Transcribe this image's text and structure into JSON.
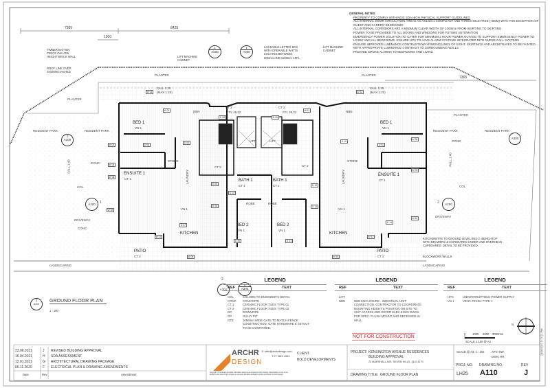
{
  "dimensions": {
    "d1": "7365",
    "d2": "8425",
    "d3": "1500",
    "d4": "7365"
  },
  "annotations": {
    "fence": [
      "TIMBER BATTEN",
      "FENCE ON LOW",
      "HEIGHT BRICK WALL"
    ],
    "roof": [
      "ROOF LINE OVER",
      "SHOWN DASHED"
    ],
    "lift_cabinet_left": [
      "LIFT MACHINE",
      "CABINET"
    ],
    "lift_cabinet_right": [
      "LIFT MACHINE",
      "CABINET"
    ],
    "letterbox": [
      "LOCKABLE LETTER BOX",
      "WITH OPERABLE PARTS",
      "LOCATED BETWEEN",
      "600mm AND 1100mm AFFL"
    ],
    "kitchenette": [
      "KITCHENETTE TO GROUND LEVEL BED 2. BENCHTOP",
      "WITH DRAWERS & CUPBOARDS UNDER AND OVERHEAD",
      "CUPBOARDS. DETAIL TO BE PROVIDED."
    ],
    "blockwork": "BLOCKWORK WALLS"
  },
  "general_notes": {
    "title": "GENERAL NOTES",
    "items": [
      "PROPERTY TO COMPLY WITH NDIS SDA HIGH PHYSICAL SUPPORT GUIDELINES",
      "ALL INTERNAL DOOR CIRCULATION AREAS AS AS1428.1 COMPLIANT AND THRESHOLD FREE (<5MM) WITH THE EXCEPTION OF GUEST AND CARERS' BEDROOMS",
      "ALL INTERNAL CORRIDORS ARE A MINIMUM CLEAR WIDTH OF 1200mm FROM SKIRTING TO SKIRTING",
      "POWER TO BE PROVIDED TO ALL DOORS AND WINDOWS FOR FUTURE AUTOMATION",
      "EMERGENCY POWER SOLUTION TO CATER FOR MINIMUM 2 HOUR POWER OUTAGE TO SUPPORT EMERGENCY POWER TO LIVING AND ALL BEDROOMS. ENSURE UPS TO HAVE ALARM SYSTEMS INTEGRATED INTO NURSE CALL SYSTEMS",
      "ENSURE IMPROVED LUMINANCE CONTRASTS/WAYFINDING/LINES OF SIGHT. SKIRTINGS AND ARCHITRAVES TO BE PAINTED WITH APPROPRIATE LUMINANCE CONTRAST TO SURROUNDING WALLS",
      "PROVIDE SMOKE ALARMS TO BEDROOMS AND LIVING"
    ]
  },
  "plan": {
    "areas": [
      "PLANTER",
      "PLANTER",
      "PLANTER",
      "PLANTER",
      "RESIDENT PARK",
      "RESIDENT PARK",
      "RESIDENT PARK",
      "RESIDENT PARK",
      "CONC",
      "CONC",
      "DRIVEWAY",
      "CONC",
      "DRIVEWAY",
      "LANDSCAPING",
      "LANDSCAPING",
      "COL",
      "COL"
    ],
    "rooms": [
      "BED 1",
      "BED 1",
      "ENSUITE 1",
      "ENSUITE 1",
      "KITCHEN",
      "KITCHEN",
      "BED 2",
      "BED 2",
      "BATH 1",
      "BATH 1",
      "PATIO",
      "PATIO",
      "LIFT",
      "LIFT",
      "ROBE",
      "ROBE",
      "STORE",
      "STORE",
      "LAUNDRY",
      "LAUNDRY",
      "NBN",
      "NBN"
    ],
    "finishes": [
      "VN 1",
      "VN 1",
      "CT 1",
      "CT 1",
      "VN 1",
      "VN 1",
      "VN 1",
      "VN 1",
      "CT 2",
      "CT 2",
      "CT 2",
      "CT 2",
      "CT 2",
      "CT 2",
      "CT 1",
      "CT 1"
    ],
    "levels": [
      "FFL 29.22",
      "FFL 29.22",
      "FALL 1:35",
      "(MAX 1:20)",
      "FALL 1:35",
      "(MAX 1:20)",
      "FALL 1:40",
      "FALL 1:40"
    ],
    "tags": [
      "W 02",
      "W 01",
      "W 11",
      "W 12",
      "W 03",
      "W 04",
      "W 05",
      "W 06",
      "W 07",
      "W 08",
      "W 17",
      "W 18",
      "W 38",
      "W 39",
      "W 40",
      "D 04",
      "D 03",
      "D 05",
      "D 06",
      "D 07",
      "D 08",
      "D 09",
      "D 10",
      "D 11",
      "D 12",
      "D 13",
      "D 14",
      "D 24",
      "D 30",
      "D 31"
    ]
  },
  "section_markers": [
    {
      "num": "1",
      "sheet": "A500"
    },
    {
      "num": "1",
      "sheet": "A300"
    },
    {
      "num": "2",
      "sheet": "A300"
    },
    {
      "num": "1",
      "sheet": "A200"
    },
    {
      "num": "2",
      "sheet": "A200"
    },
    {
      "num": "2",
      "sheet": "A201"
    },
    {
      "num": "1",
      "sheet": "A300"
    },
    {
      "num": "",
      "sheet": "A300"
    }
  ],
  "view_title": {
    "bubble_num": "1",
    "bubble_sheet": "A200",
    "title": "GROUND FLOOR PLAN",
    "scale": "1 : 100"
  },
  "legends": [
    {
      "title": "LEGEND",
      "ref_header": "REF",
      "text_header": "TEXT",
      "rows": [
        {
          "ref": "COL",
          "text": "COLUMN TO ENGINEER'S DETAIL"
        },
        {
          "ref": "CONC",
          "text": "CONCRETE"
        },
        {
          "ref": "CT 1",
          "text": "CERAMIC FLOOR TILES TYPE 01"
        },
        {
          "ref": "CT 2",
          "text": "CERAMIC FLOOR TILES TYPE 02"
        },
        {
          "ref": "DP",
          "text": "DOWNPIPE"
        },
        {
          "ref": "GP",
          "text": "GULLY PIT"
        },
        {
          "ref": "GTE",
          "text": "1050mm WIDE GATE TO MATCH FENCE CONSTRUCTION. GATE HARDWARE & SETOUT TO BE CONFIRMED."
        }
      ]
    },
    {
      "title": "LEGEND",
      "ref_header": "REF",
      "text_header": "TEXT",
      "rows": [
        {
          "ref": "LIFT",
          "text": ""
        },
        {
          "ref": "NBN",
          "text": "NBN ENCLOSURE - INDIVIDUAL UNIT CONNECTION. CONTRACTOR TO COORDINATE MOUNTING HEIGHT & POSITION ON SITE TO SUIT ACCESS AND REFER ELEC ENGS DWGS FOR SPEC. FLUSH MOUNT AND RECESSED IN WALL."
        }
      ]
    },
    {
      "title": "LEGEND",
      "ref_header": "REF",
      "text_header": "TEXT",
      "rows": [
        {
          "ref": "UPS",
          "text": "UNINTERRUPTIBLE POWER SUPPLY"
        },
        {
          "ref": "VN 1",
          "text": "VINYL FINISH TYPE 1"
        }
      ]
    }
  ],
  "stamp": {
    "text": "NOT FOR CONSTRUCTION",
    "color": "#d22a2a"
  },
  "scale_bar": {
    "ticks": [
      "0",
      "1000",
      "2000",
      "3000mm"
    ],
    "label": "SCALE 1:100 @ A3"
  },
  "north": {
    "label": "N"
  },
  "revisions": {
    "rows": [
      {
        "date": "23.06.2021",
        "rev": "J",
        "amendment": "REVISED BUILDING APPROVAL"
      },
      {
        "date": "16.04.2021",
        "rev": "H",
        "amendment": "SDA ASSESSMENT"
      },
      {
        "date": "12.01.2021",
        "rev": "G",
        "amendment": "ARCHITECTURAL DRAWING PACKAGE"
      },
      {
        "date": "06.11.2020",
        "rev": "F",
        "amendment": "ELECTRICAL PLAN & DRAWING AMENDMENTS"
      }
    ],
    "headers": {
      "date": "Date",
      "rev": "Rev",
      "amendment": "Amendment"
    }
  },
  "firm": {
    "logo_top": "ARCHR",
    "logo_bottom": "DESIGN",
    "accent": "#e8822a",
    "email": "E hello@archrdesign.com",
    "phone": "T 07 3821 4594",
    "copyright": "Copyright of this design and other information shown here is owned by Archr Design. Reproduction or use of the design by any party for any purpose is expressly forbidden without the written permission of Archr Design."
  },
  "client": {
    "label": "CLIENT:",
    "name": "BOLD DEVELOPMENTS"
  },
  "project": {
    "label": "PROJECT:",
    "name": "KENSINGTON AVENUE RESIDENCES",
    "stage": "BUILDING APPROVAL",
    "address": "23 MARSHALL AVE, SEVEN HILLS, QLD 4170"
  },
  "drawing_title": {
    "label": "DRAWING TITLE:",
    "value": "GROUND FLOOR PLAN"
  },
  "sheet": {
    "scale": "SCALE @ A3: 1 : 100",
    "apv": "APV: DW",
    "dwn": "DWN: RR",
    "proj_label": "PROJ. NO.",
    "proj_no": "LH25",
    "drawing_label": "DRAWING NO.",
    "drawing_no": "A110",
    "rev_label": "REV",
    "rev": "J"
  },
  "print_stamp": "23/06/2021 5:17:21 PM"
}
